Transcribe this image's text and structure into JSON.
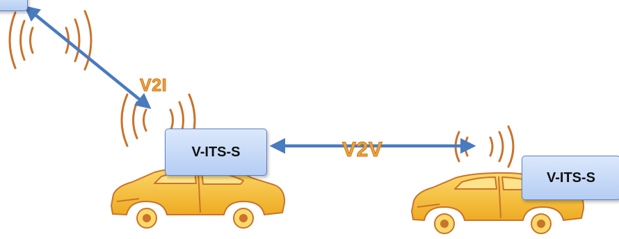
{
  "diagram": {
    "nodes": [
      {
        "label": "V-ITS-S"
      },
      {
        "label": "V-ITS-S"
      },
      {
        "label": ""
      }
    ],
    "links": [
      {
        "label": "V2I"
      },
      {
        "label": "V2V"
      }
    ]
  },
  "colors": {
    "arrow": "#4a7bbf",
    "signal_waves": "#c9732b",
    "car_body": "#f3bd3a",
    "link_label": "#f0a23a",
    "node_fill": "#c6d9f5"
  },
  "icons": [
    "car-icon",
    "signal-wave-icon",
    "double-arrow-icon"
  ]
}
